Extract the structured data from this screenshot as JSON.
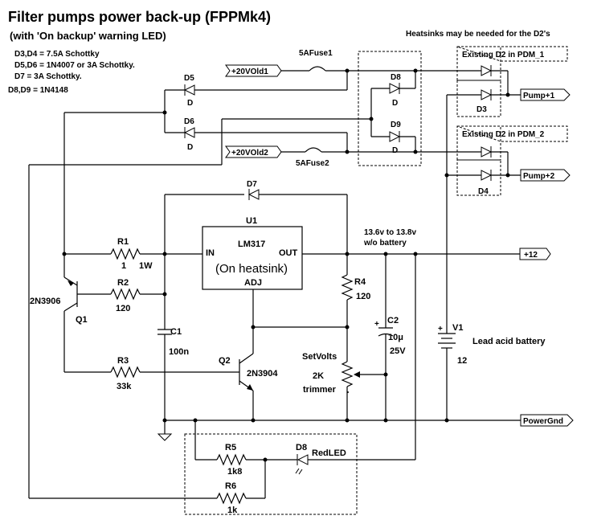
{
  "title": "Filter pumps power back-up (FPPMk4)",
  "subtitle": "(with 'On backup'  warning LED)",
  "heatsink_note": "Heatsinks may be needed for the D2's",
  "notes": [
    "D3,D4 = 7.5A Schottky",
    "D5,D6 = 1N4007 or 3A Schottky.",
    "D7 = 3A Schottky.",
    "D8,D9 = 1N4148"
  ],
  "ports": {
    "in1": "+20VOld1",
    "in2": "+20VOld2",
    "pump1": "Pump+1",
    "pump2": "Pump+2",
    "out12": "+12",
    "gnd": "PowerGnd"
  },
  "labels": {
    "fuse1": "5AFuse1",
    "fuse2": "5AFuse2",
    "d5": "D5",
    "d5v": "D",
    "d6": "D6",
    "d6v": "D",
    "d7": "D7",
    "d8": "D8",
    "d8v": "D",
    "d9": "D9",
    "d9v": "D",
    "d3": "D3",
    "d4": "D4",
    "pdm1": "Existing D2 in PDM_1",
    "pdm2": "Existing D2 in PDM_2",
    "u1": "U1",
    "lm317": "LM317",
    "u1_in": "IN",
    "u1_out": "OUT",
    "u1_heatsink": "(On heatsink)",
    "u1_adj": "ADJ",
    "r1": "R1",
    "r1v": "1",
    "r1p": "1W",
    "r2": "R2",
    "r2v": "120",
    "r3": "R3",
    "r3v": "33k",
    "r4": "R4",
    "r4v": "120",
    "q1_type": "2N3906",
    "q1": "Q1",
    "q2": "Q2",
    "q2_type": "2N3904",
    "c1": "C1",
    "c1v": "100n",
    "c2": "C2",
    "c2v1": "10μ",
    "c2v2": "25V",
    "c2plus": "+",
    "volt_note1": "13.6v to 13.8v",
    "volt_note2": "w/o battery",
    "setvolts": "SetVolts",
    "trim1": "2K",
    "trim2": "trimmer",
    "v1": "V1",
    "v1v": "12",
    "v1plus": "+",
    "battery": "Lead acid battery",
    "r5": "R5",
    "r5v": "1k8",
    "r6": "R6",
    "r6v": "1k",
    "d8led": "D8",
    "redled": "RedLED"
  }
}
